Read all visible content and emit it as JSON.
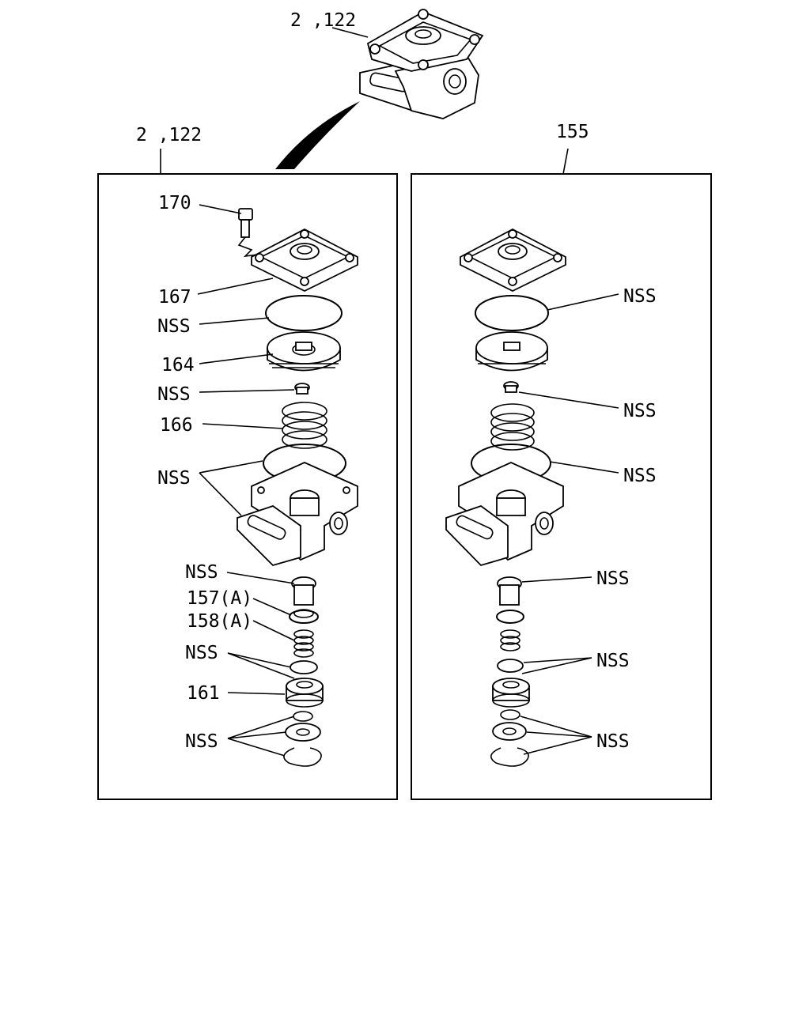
{
  "callouts": {
    "top_assembly": "2 ,122",
    "left_panel": "2 ,122",
    "right_panel": "155"
  },
  "left_labels": {
    "bolt": "170",
    "cover": "167",
    "oring_top": "NSS",
    "piston": "164",
    "valve_seat": "NSS",
    "spring": "166",
    "body_seals": "NSS",
    "inlet": "NSS",
    "valve_a": "157(A)",
    "spring_a": "158(A)",
    "washers": "NSS",
    "retainer": "161",
    "clips": "NSS"
  },
  "right_labels": {
    "oring_top": "NSS",
    "valve_seat": "NSS",
    "body_seal": "NSS",
    "inlet": "NSS",
    "washers": "NSS",
    "clips": "NSS"
  }
}
